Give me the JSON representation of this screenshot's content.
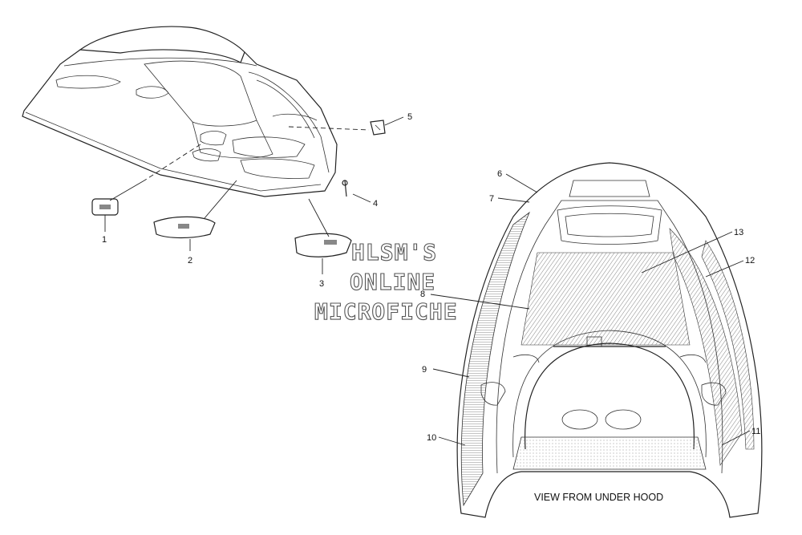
{
  "callouts": {
    "c1": "1",
    "c2": "2",
    "c3": "3",
    "c4": "4",
    "c5": "5",
    "c6": "6",
    "c7": "7",
    "c8": "8",
    "c9": "9",
    "c10": "10",
    "c11": "11",
    "c12": "12",
    "c13": "13"
  },
  "caption": "VIEW FROM UNDER HOOD",
  "watermark": {
    "line1": "HLSM'S",
    "line2": "ONLINE",
    "line3": "MICROFICHE"
  },
  "colors": {
    "line": "#222222",
    "background": "#ffffff",
    "hatch": "#555555"
  }
}
